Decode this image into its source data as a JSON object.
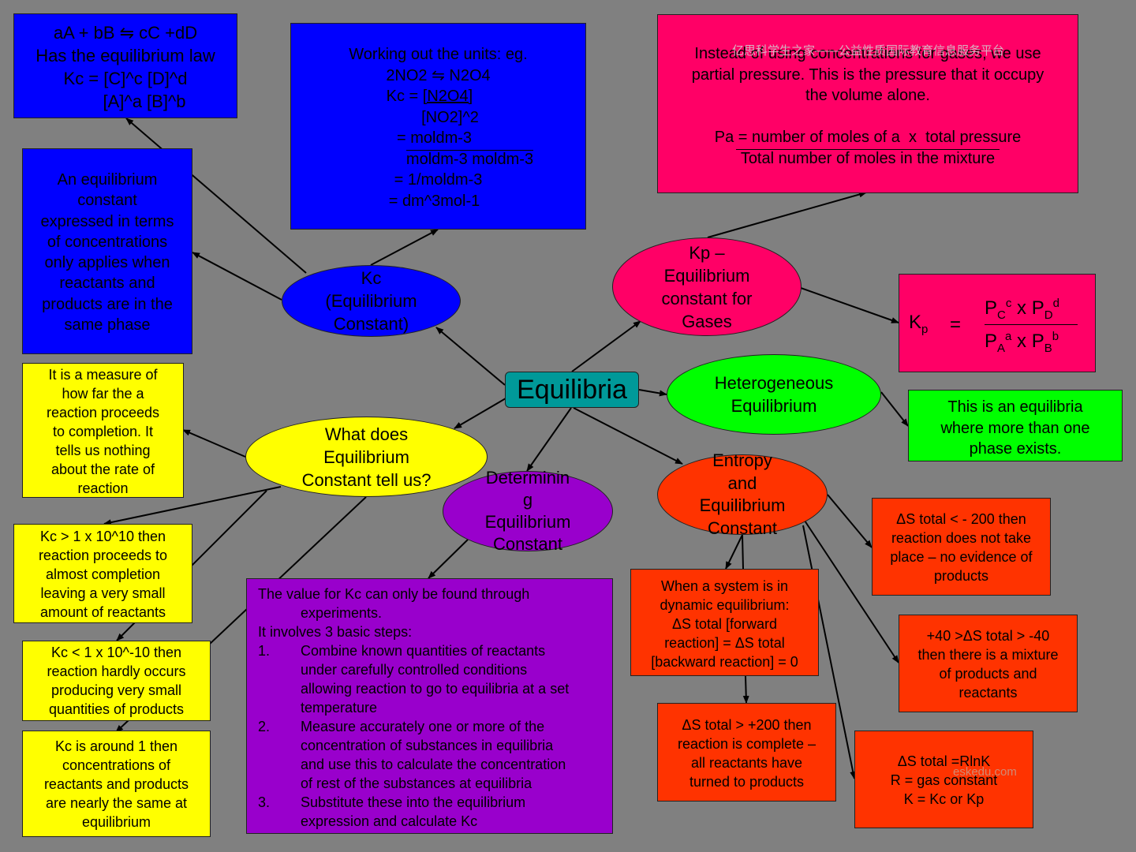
{
  "central": "Equilibria",
  "kc_node": [
    "Kc",
    "(Equilibrium",
    "Constant)"
  ],
  "kc_law": [
    "aA + bB ⇋ cC +dD",
    "Has the equilibrium law",
    "Kc = [C]^c [D]^d",
    "[A]^a [B]^b"
  ],
  "kc_units": [
    "Working out the units: eg.",
    "2NO2 ⇋ N2O4",
    "Kc = ",
    "[N2O4]",
    "[NO2]^2",
    "= moldm-3",
    "moldm-3 moldm-3",
    "= 1/moldm-3",
    "= dm^3mol-1"
  ],
  "kc_phase": [
    "An equilibrium",
    "constant",
    "expressed in terms",
    "of concentrations",
    "only applies when",
    "reactants and",
    "products are in the",
    "same phase"
  ],
  "kp_node": [
    "Kp –",
    "Equilibrium",
    "constant for",
    "Gases"
  ],
  "kp_partial": [
    "Instead of using concentrations for gases, we use",
    "partial pressure. This is the pressure that it occupy",
    "the volume alone.",
    "Pa = number of moles of a  x  total pressure",
    "Total number of moles in the mixture"
  ],
  "kp_formula": {
    "k": "K",
    "k_sub": "p",
    "eq": "=",
    "num": [
      "P",
      "C",
      "c",
      "x",
      "P",
      "D",
      "d"
    ],
    "den": [
      "P",
      "A",
      "a",
      "x",
      "P",
      "B",
      "b"
    ]
  },
  "hetero_node": [
    "Heterogeneous",
    "Equilibrium"
  ],
  "hetero_def": [
    "This is an equilibria",
    "where more than one",
    "phase exists."
  ],
  "what_node": [
    "What does",
    "Equilibrium",
    "Constant tell us?"
  ],
  "measure": [
    "It is a measure of",
    "how far the a",
    "reaction proceeds",
    "to completion. It",
    "tells us nothing",
    "about the rate of",
    "reaction"
  ],
  "kc_large": [
    "Kc > 1 x 10^10 then",
    "reaction proceeds to",
    "almost completion",
    "leaving a very small",
    "amount of reactants"
  ],
  "kc_small": [
    "Kc < 1 x 10^-10 then",
    "reaction hardly occurs",
    "producing very small",
    "quantities of products"
  ],
  "kc_one": [
    "Kc is around 1 then",
    "concentrations of",
    "reactants and products",
    "are nearly the same at",
    "equilibrium"
  ],
  "determ_node": [
    "Determinin",
    "g",
    "Equilibrium",
    "Constant"
  ],
  "determ_text": {
    "intro": [
      "The value for Kc can only be found through",
      "experiments.",
      "It involves 3 basic steps:"
    ],
    "steps": [
      {
        "num": "1.",
        "lines": [
          "Combine known quantities of reactants",
          "under carefully controlled conditions",
          "allowing reaction to go to equilibria at a set",
          "temperature"
        ]
      },
      {
        "num": "2.",
        "lines": [
          "Measure accurately one or more of the",
          "concentration of substances in equilibria",
          "and use this to calculate the concentration",
          "of rest of the substances at equilibria"
        ]
      },
      {
        "num": "3.",
        "lines": [
          "Substitute these into the equilibrium",
          "expression and calculate Kc"
        ]
      }
    ]
  },
  "entropy_node": [
    "Entropy",
    "and",
    "Equilibrium",
    "Constant"
  ],
  "dyn_eq": [
    "When a system is in",
    "dynamic equilibrium:",
    "ΔS total [forward",
    "reaction] = ΔS total",
    "[backward reaction] = 0"
  ],
  "s_neg200": [
    "ΔS total < - 200 then",
    "reaction does not take",
    "place – no evidence of",
    "products"
  ],
  "s_mixture": [
    "+40 >ΔS total > -40",
    "then there is a mixture",
    "of products and",
    "reactants"
  ],
  "s_pos200": [
    "ΔS total > +200 then",
    "reaction is complete –",
    "all reactants have",
    "turned to products"
  ],
  "s_rlnk": [
    "ΔS total =RlnK",
    "R = gas constant",
    "K = Kc or Kp"
  ],
  "watermark_cn": "亿思科学生之家——公益性质国际教育信息服务平台",
  "watermark_site": "eskedu.com",
  "colors": {
    "background": "#808080",
    "blue": "#0000ff",
    "pink": "#ff0066",
    "green": "#00ff00",
    "yellow": "#ffff00",
    "orange": "#ff3300",
    "purple": "#9900cc",
    "teal": "#009999"
  }
}
